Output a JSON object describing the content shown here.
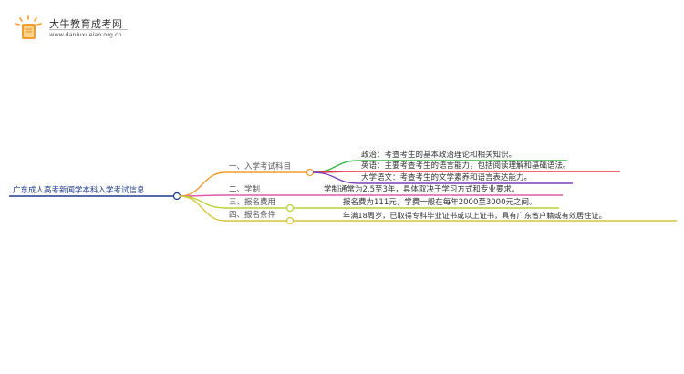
{
  "brand": {
    "name": "大牛教育成考网",
    "url": "www.daniuxueiao.org.cn",
    "colors": {
      "primary": "#f29b2c",
      "accent": "#1e3a8a"
    }
  },
  "mindmap": {
    "root": "广东成人高考新闻学本科入学考试信息",
    "branches": [
      {
        "label": "一、入学考试科目",
        "color": "#f29b2c",
        "children": [
          {
            "text": "政治：考查考生的基本政治理论和相关知识。",
            "color": "#3bb84a"
          },
          {
            "text": "英语：主要考查考生的语言能力，包括阅读理解和基础语法。",
            "color": "#e8354a"
          },
          {
            "text": "大学语文：考查考生的文学素养和语言表达能力。",
            "color": "#7b3fb8"
          }
        ]
      },
      {
        "label": "二、学制",
        "color": "#e05aa8",
        "children": [
          {
            "text": "学制通常为2.5至3年，具体取决于学习方式和专业要求。",
            "color": "#e05aa8"
          }
        ]
      },
      {
        "label": "三、报名费用",
        "color": "#b5d334",
        "children": [
          {
            "text": "报名费为111元，学费一般在每年2000至3000元之间。",
            "color": "#b5d334"
          }
        ]
      },
      {
        "label": "四、报名条件",
        "color": "#d4c53a",
        "children": [
          {
            "text": "年满18周岁，已取得专科毕业证书或以上证书，具有广东省户籍或有效居住证。",
            "color": "#d4c53a"
          }
        ]
      }
    ]
  }
}
